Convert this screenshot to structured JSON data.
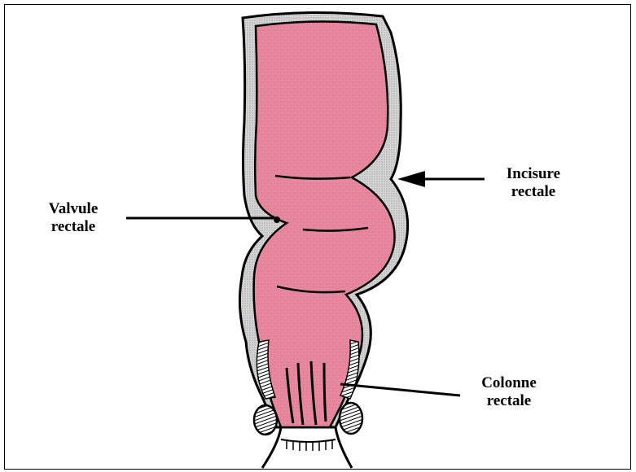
{
  "labels": {
    "valvule": {
      "line1": "Valvule",
      "line2": "rectale"
    },
    "incisure": {
      "line1": "Incisure",
      "line2": "rectale"
    },
    "colonne": {
      "line1": "Colonne",
      "line2": "rectale"
    }
  },
  "colors": {
    "mucosa": "#e8889e",
    "wall": "#c8c8c8",
    "outline": "#000000",
    "background": "#ffffff"
  }
}
